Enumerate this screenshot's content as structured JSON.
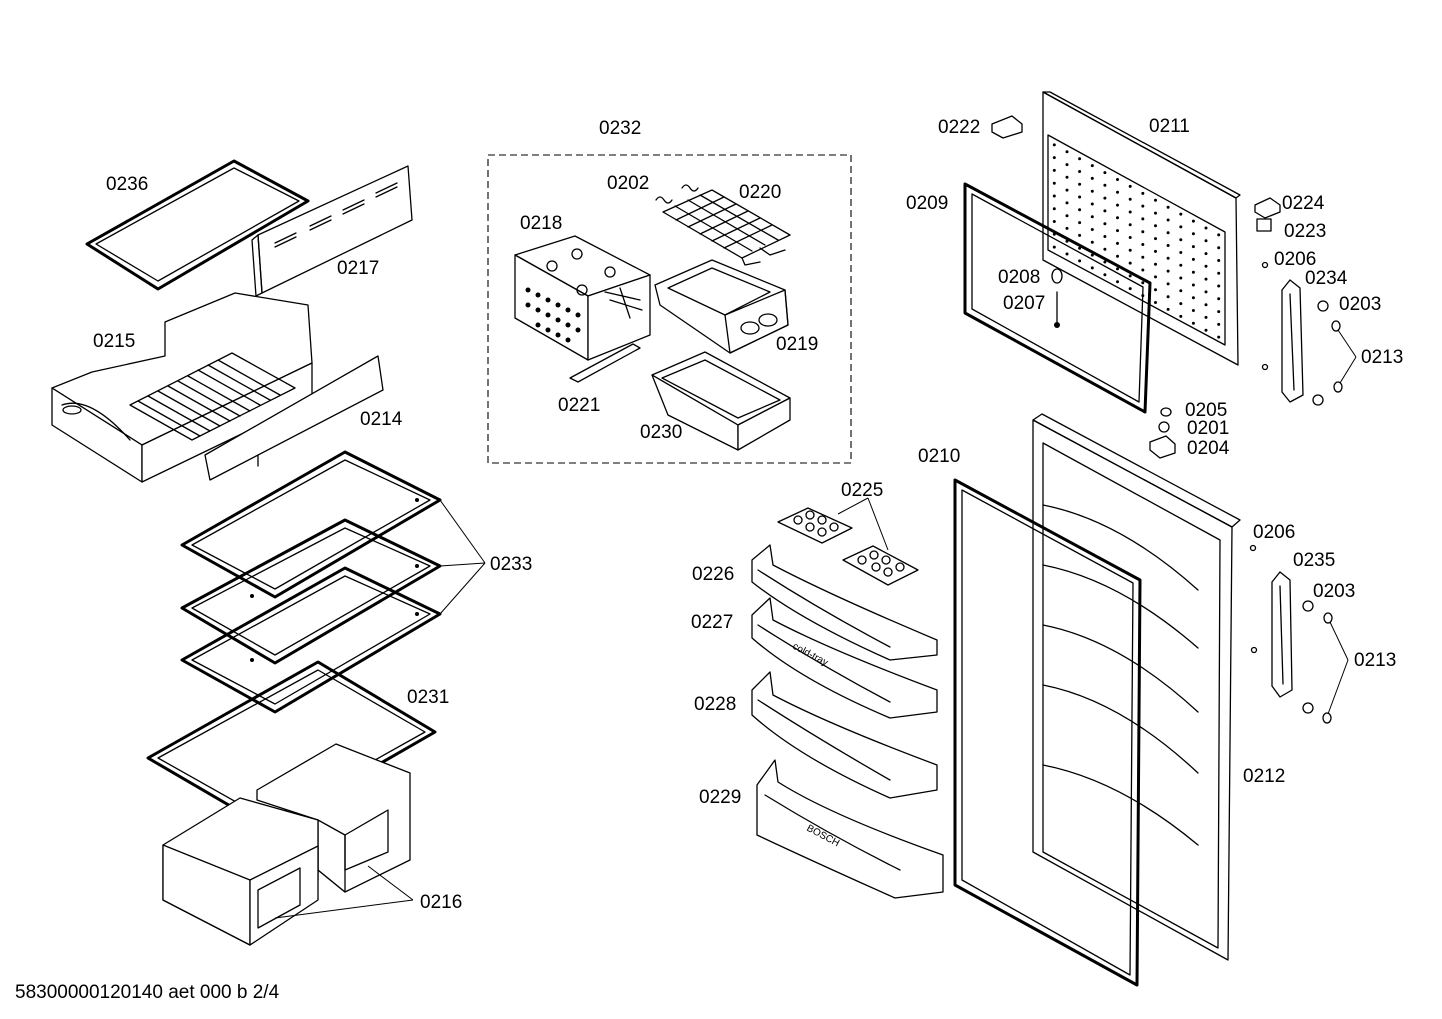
{
  "group_label": "0232",
  "brand_text": "BOSCH",
  "cold_tray_text": "cold-tray",
  "footer": "58300000120140 aet 000 b 2/4",
  "labels": {
    "l0236": "0236",
    "l0217": "0217",
    "l0215": "0215",
    "l0214": "0214",
    "l0233": "0233",
    "l0231": "0231",
    "l0216": "0216",
    "l0232": "0232",
    "l0202": "0202",
    "l0220": "0220",
    "l0218": "0218",
    "l0219": "0219",
    "l0221": "0221",
    "l0230": "0230",
    "l0222": "0222",
    "l0211": "0211",
    "l0209": "0209",
    "l0224": "0224",
    "l0223": "0223",
    "l0206a": "0206",
    "l0234": "0234",
    "l0208": "0208",
    "l0207": "0207",
    "l0203a": "0203",
    "l0213a": "0213",
    "l0205": "0205",
    "l0201": "0201",
    "l0204": "0204",
    "l0210": "0210",
    "l0225": "0225",
    "l0226": "0226",
    "l0227": "0227",
    "l0228": "0228",
    "l0229": "0229",
    "l0206b": "0206",
    "l0235": "0235",
    "l0203b": "0203",
    "l0213b": "0213",
    "l0212": "0212"
  }
}
